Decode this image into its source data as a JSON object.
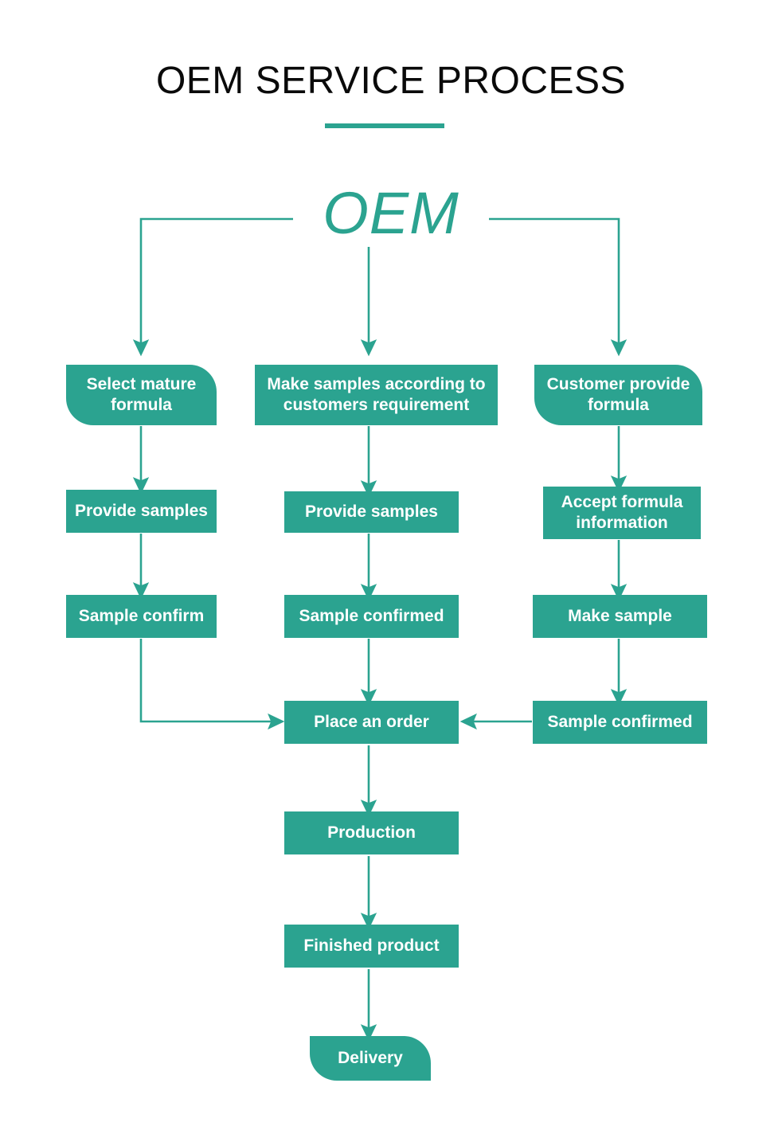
{
  "page": {
    "title": "OEM SERVICE PROCESS",
    "wordmark": "OEM",
    "accent_color": "#2BA390",
    "title_color": "#0a0a0a",
    "background_color": "#ffffff",
    "node_text_color": "#ffffff"
  },
  "diagram": {
    "type": "flowchart",
    "root_label": "OEM",
    "branches": [
      {
        "id": "left",
        "steps": [
          "Select mature formula",
          "Provide samples",
          "Sample confirm"
        ]
      },
      {
        "id": "middle",
        "steps": [
          "Make samples according to customers requirement",
          "Provide samples",
          "Sample confirmed"
        ]
      },
      {
        "id": "right",
        "steps": [
          "Customer provide formula",
          "Accept formula information",
          "Make sample",
          "Sample confirmed"
        ]
      }
    ],
    "merge_steps": [
      "Place an order",
      "Production",
      "Finished product",
      "Delivery"
    ]
  },
  "nodes": {
    "left_1": "Select mature formula",
    "left_2": "Provide samples",
    "left_3": "Sample confirm",
    "mid_1": "Make samples according to customers requirement",
    "mid_2": "Provide samples",
    "mid_3": "Sample confirmed",
    "right_1": "Customer provide formula",
    "right_2": "Accept formula information",
    "right_3": "Make sample",
    "right_4": "Sample confirmed",
    "order": "Place an order",
    "production": "Production",
    "finished": "Finished product",
    "delivery": "Delivery"
  }
}
